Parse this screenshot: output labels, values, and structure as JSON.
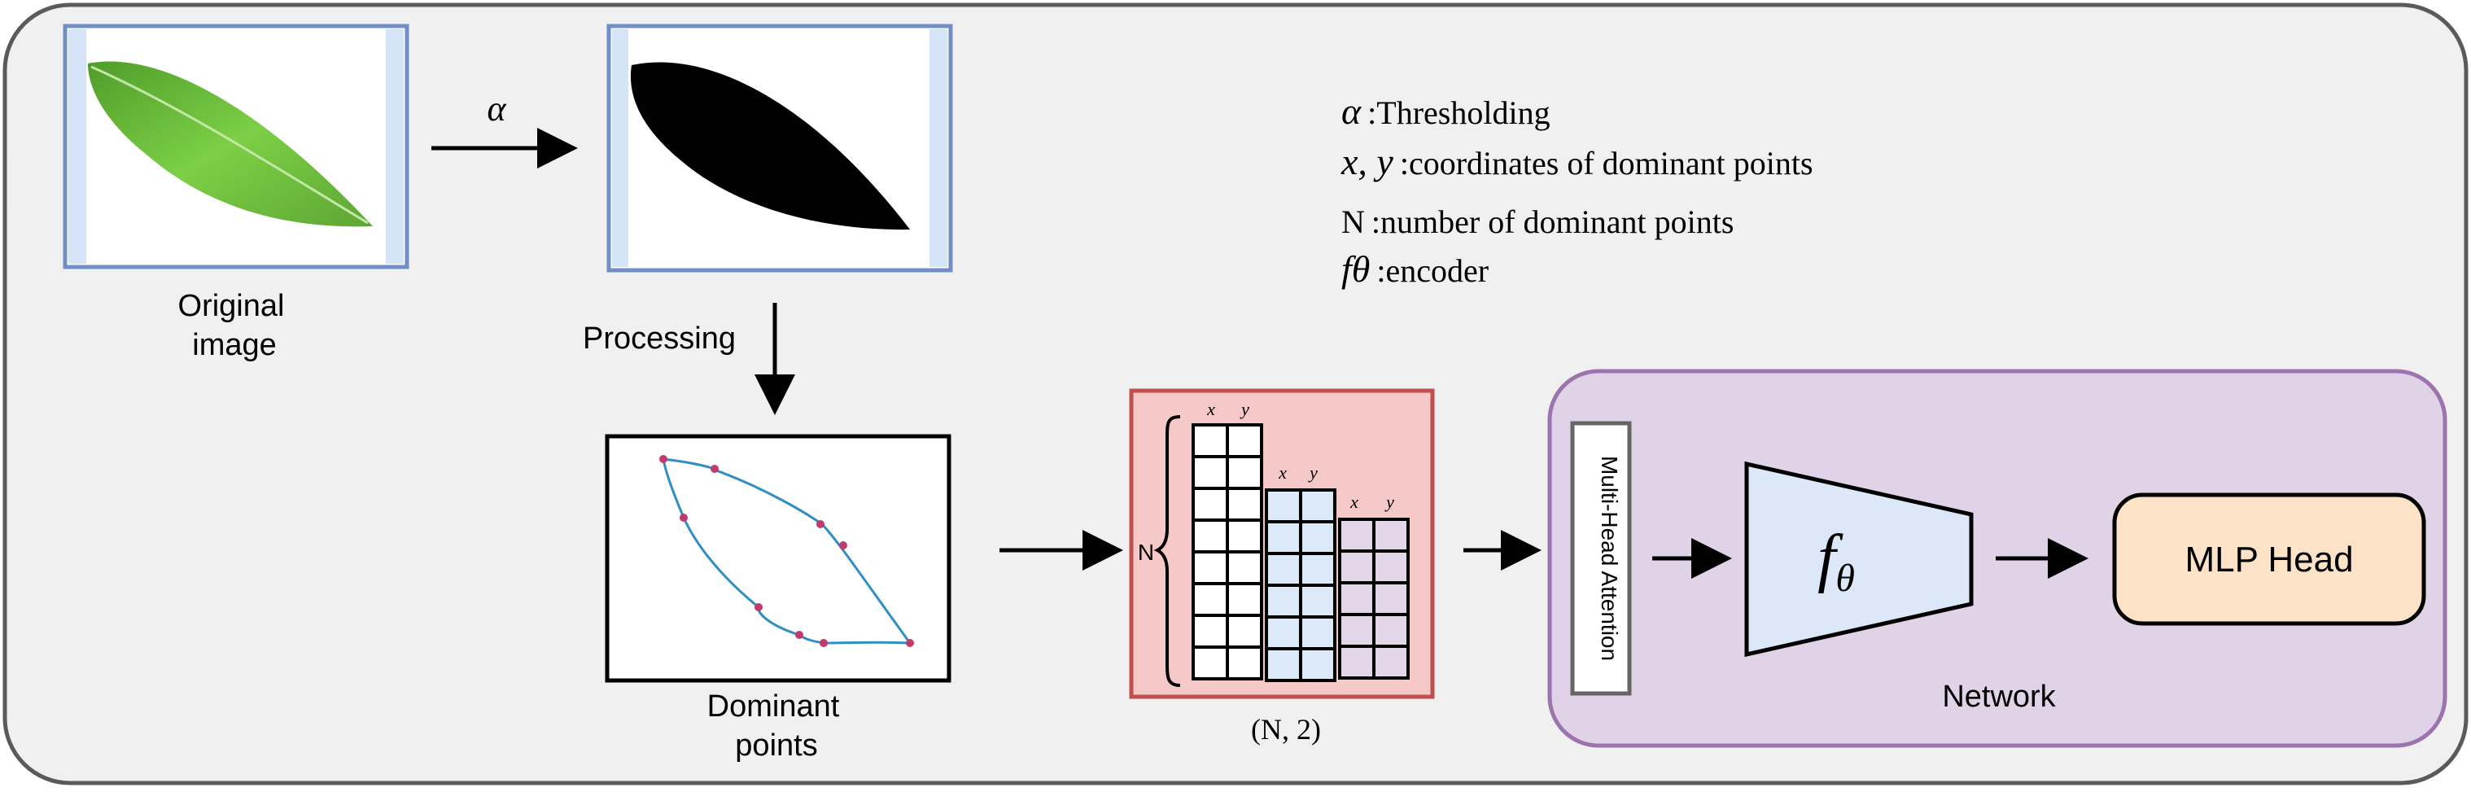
{
  "labels": {
    "original_image_line1": "Original",
    "original_image_line2": "image",
    "alpha_arrow": "α",
    "processing": "Processing",
    "dominant_points_line1": "Dominant",
    "dominant_points_line2": "points",
    "matrix_n": "N",
    "matrix_shape": "(N, 2)",
    "col_x": "x",
    "col_y": "y",
    "network": "Network",
    "mha": "Multi-Head Attention",
    "encoder_symbol": "f",
    "encoder_subscript": "θ",
    "mlp_head": "MLP Head"
  },
  "legend": [
    {
      "symbol": "α",
      "text": ":Thresholding"
    },
    {
      "symbol": "x, y",
      "text": ":coordinates of dominant points"
    },
    {
      "symbol": "N",
      "text": ":number of dominant points"
    },
    {
      "symbol": "fθ",
      "text": ":encoder"
    }
  ],
  "colors": {
    "panel_bg": "#f0f0f0",
    "panel_border": "#5a5a5a",
    "image_border": "#6f8fc6",
    "image_side": "#d4e4f6",
    "leaf_green": "#6cc23c",
    "matrix_bg": "#f6c9c9",
    "matrix_border": "#c0504d",
    "network_bg": "#e1d3e7",
    "network_border": "#9b74ad",
    "encoder_fill": "#dce8f7",
    "mlp_fill": "#fce2c7",
    "contour": "#2f8fc4",
    "points": "#c03a6b",
    "grid_col1": "#ffffff",
    "grid_col2": "#dce9f8",
    "grid_col3": "#e3d6e9"
  }
}
